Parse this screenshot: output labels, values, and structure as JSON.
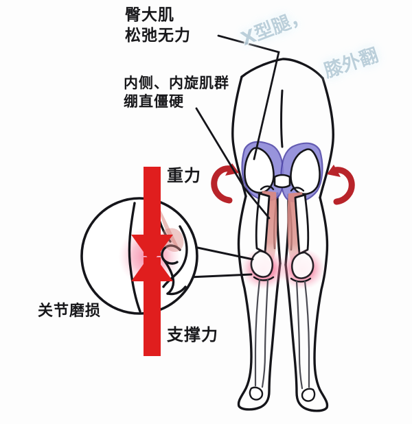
{
  "figure": {
    "title_watermark_parts": [
      "X型腿，",
      "膝外翻"
    ],
    "annotations": {
      "glute": {
        "line1": "臀大肌",
        "line2": "松弛无力"
      },
      "adductor": {
        "line1": "内侧、内旋肌群",
        "line2": "绷直僵硬"
      },
      "gravity": "重力",
      "support": "支撑力",
      "joint_wear": "关节磨损"
    },
    "colors": {
      "gluteal_muscle": "#8b86d8",
      "adductor_muscle": "#d98882",
      "force_arrow_red": "#e01e1e",
      "rotation_arrow_red": "#b8242a",
      "joint_inflammation": "#f04a74",
      "outline": "#1a1a1a",
      "watermark_text": "#b6ccd8"
    },
    "icons": {
      "magnifier": "magnifier-circle-icon",
      "gravity_arrow": "down-arrow-icon",
      "support_arrow": "up-arrow-icon",
      "rotation_left": "rotation-arrow-icon",
      "rotation_right": "rotation-arrow-icon"
    }
  }
}
